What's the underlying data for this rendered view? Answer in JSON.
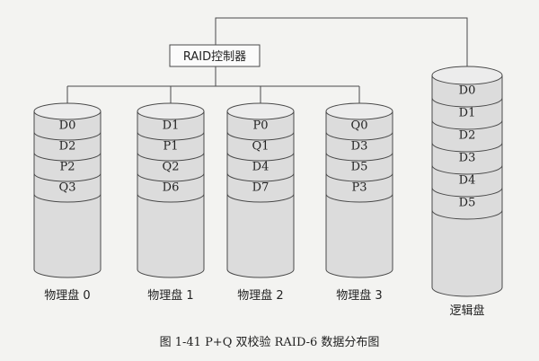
{
  "controller": {
    "label": "RAID控制器"
  },
  "disks": [
    {
      "label": "物理盘 0",
      "blocks": [
        "D0",
        "D2",
        "P2",
        "Q3"
      ]
    },
    {
      "label": "物理盘 1",
      "blocks": [
        "D1",
        "P1",
        "Q2",
        "D6"
      ]
    },
    {
      "label": "物理盘 2",
      "blocks": [
        "P0",
        "Q1",
        "D4",
        "D7"
      ]
    },
    {
      "label": "物理盘 3",
      "blocks": [
        "Q0",
        "D3",
        "D5",
        "P3"
      ]
    }
  ],
  "logical_disk": {
    "label": "逻辑盘",
    "blocks": [
      "D0",
      "D1",
      "D2",
      "D3",
      "D4",
      "D5"
    ]
  },
  "caption": "图 1-41    P+Q 双校验 RAID-6 数据分布图"
}
